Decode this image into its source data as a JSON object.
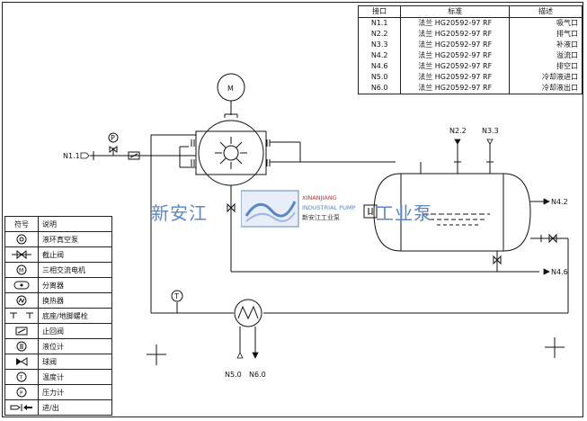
{
  "connections": {
    "headers": [
      "接口",
      "标准",
      "描述"
    ],
    "rows": [
      {
        "port": "N1.1",
        "standard": "法兰 HG20592-97  RF",
        "desc": "吸气口"
      },
      {
        "port": "N2.2",
        "standard": "法兰 HG20592-97  RF",
        "desc": "排气口"
      },
      {
        "port": "N3.3",
        "standard": "法兰 HG20592-97  RF",
        "desc": "补液口"
      },
      {
        "port": "N4.2",
        "standard": "法兰 HG20592-97  RF",
        "desc": "溢流口"
      },
      {
        "port": "N4.6",
        "standard": "法兰 HG20592-97  RF",
        "desc": "排空口"
      },
      {
        "port": "N5.0",
        "standard": "法兰 HG20592-97  RF",
        "desc": "冷却液进口"
      },
      {
        "port": "N6.0",
        "standard": "法兰 HG20592-97  RF",
        "desc": "冷却液出口"
      }
    ]
  },
  "legend": {
    "headers": [
      "符号",
      "说明"
    ],
    "rows": [
      {
        "icon": "liquid-ring-pump-icon",
        "desc": "液环真空泵"
      },
      {
        "icon": "stop-valve-icon",
        "desc": "截止阀"
      },
      {
        "icon": "motor-icon",
        "desc": "三相交流电机"
      },
      {
        "icon": "separator-icon",
        "desc": "分离器"
      },
      {
        "icon": "heat-exchanger-icon",
        "desc": "换热器"
      },
      {
        "icon": "base-bolt-icon",
        "desc": "底座/地脚螺栓"
      },
      {
        "icon": "check-valve-icon",
        "desc": "止回阀"
      },
      {
        "icon": "level-gauge-icon",
        "desc": "液位计"
      },
      {
        "icon": "ball-valve-icon",
        "desc": "球阀"
      },
      {
        "icon": "thermometer-icon",
        "desc": "温度计"
      },
      {
        "icon": "pressure-gauge-icon",
        "desc": "压力计"
      },
      {
        "icon": "in-out-arrow-icon",
        "desc": "进/出"
      }
    ]
  },
  "labels": {
    "motor": "M",
    "n11": "N1.1",
    "n22": "N2.2",
    "n33": "N3.3",
    "n42": "N4.2",
    "n46": "N4.6",
    "n50": "N5.0",
    "n60": "N6.0",
    "pressure": "P",
    "temp": "T",
    "level": "L"
  },
  "watermark": {
    "left": "新安江",
    "right": "工业泵",
    "logo_en1": "XINANJIANG",
    "logo_en2": "INDUSTRIAL PUMP",
    "logo_cn": "新安江工业泵"
  },
  "colors": {
    "line": "#111111",
    "watermark": "#5a86c9",
    "logo_red": "#c8322a"
  }
}
